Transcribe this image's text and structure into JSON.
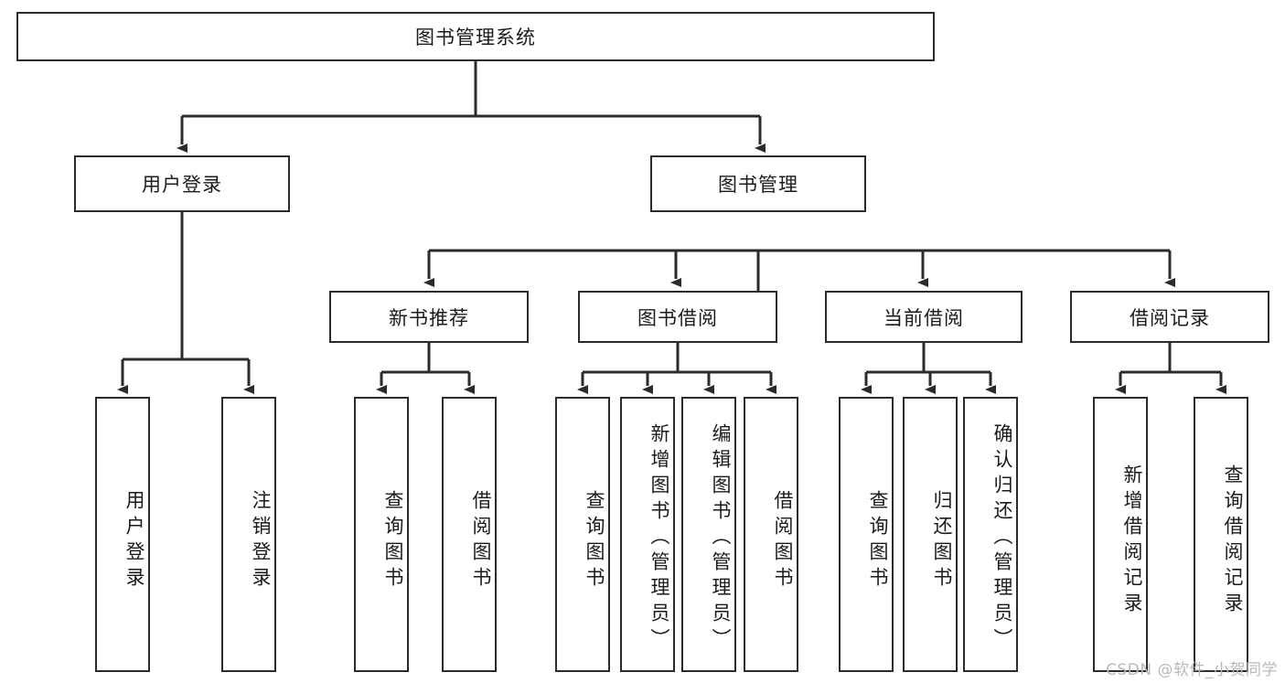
{
  "diagram": {
    "title": "图书管理系统",
    "type": "tree",
    "watermark": "CSDN @软件_小贺同学",
    "colors": {
      "box_border": "#2b2b2b",
      "box_fill": "#ffffff",
      "edge": "#2b2b2b",
      "text": "#1b1b1b",
      "watermark": "#b9b9b9"
    },
    "levels": {
      "root": {
        "label": "图书管理系统"
      },
      "level2": [
        {
          "label": "用户登录"
        },
        {
          "label": "图书管理"
        }
      ],
      "level3": [
        {
          "label": "新书推荐"
        },
        {
          "label": "图书借阅"
        },
        {
          "label": "当前借阅"
        },
        {
          "label": "借阅记录"
        }
      ],
      "leaves": [
        {
          "label": "用户登录",
          "parent": "用户登录"
        },
        {
          "label": "注销登录",
          "parent": "用户登录"
        },
        {
          "label": "查询图书",
          "parent": "新书推荐"
        },
        {
          "label": "借阅图书",
          "parent": "新书推荐"
        },
        {
          "label": "查询图书",
          "parent": "图书借阅"
        },
        {
          "label": "新增图书（管理员）",
          "parent": "图书借阅"
        },
        {
          "label": "编辑图书（管理员）",
          "parent": "图书借阅"
        },
        {
          "label": "借阅图书",
          "parent": "图书借阅"
        },
        {
          "label": "查询图书",
          "parent": "当前借阅"
        },
        {
          "label": "归还图书",
          "parent": "当前借阅"
        },
        {
          "label": "确认归还（管理员）",
          "parent": "当前借阅"
        },
        {
          "label": "新增借阅记录",
          "parent": "借阅记录"
        },
        {
          "label": "查询借阅记录",
          "parent": "借阅记录"
        }
      ]
    }
  }
}
